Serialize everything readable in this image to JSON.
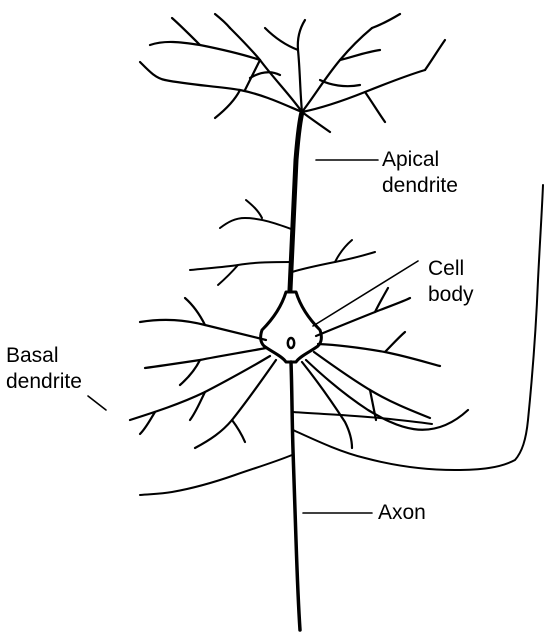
{
  "labels": {
    "apical_line1": "Apical",
    "apical_line2": "dendrite",
    "cell_line1": "Cell",
    "cell_line2": "body",
    "basal_line1": "Basal",
    "basal_line2": "dendrite",
    "axon": "Axon"
  },
  "colors": {
    "ink": "#000000",
    "background": "#ffffff"
  }
}
